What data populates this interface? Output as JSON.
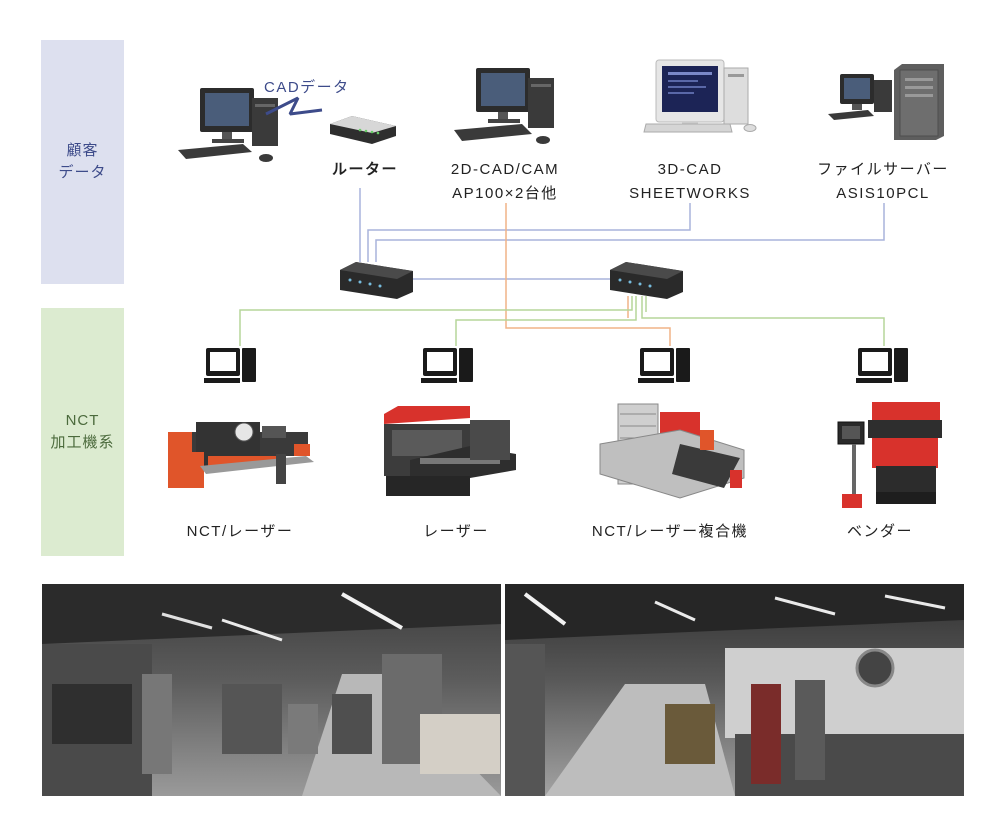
{
  "sections": {
    "customer": "顧客\nデータ",
    "nct": "NCT\n加工機系"
  },
  "cad_data_label": "CADデータ",
  "top_nodes": [
    {
      "id": "router",
      "label": "ルーター",
      "icon": "router-icon"
    },
    {
      "id": "cad2d",
      "label": "2D-CAD/CAM\nAP100×2台他",
      "icon": "desktop-computer-icon"
    },
    {
      "id": "cad3d",
      "label": "3D-CAD\nSHEETWORKS",
      "icon": "workstation-icon"
    },
    {
      "id": "server",
      "label": "ファイルサーバー\nASIS10PCL",
      "icon": "server-icon"
    }
  ],
  "machines": [
    {
      "id": "nct-laser",
      "label": "NCT/レーザー",
      "icon": "punch-press-icon"
    },
    {
      "id": "laser",
      "label": "レーザー",
      "icon": "laser-cutter-icon"
    },
    {
      "id": "nct-laser-combo",
      "label": "NCT/レーザー複合機",
      "icon": "combo-machine-icon"
    },
    {
      "id": "bender",
      "label": "ベンダー",
      "icon": "press-brake-icon"
    }
  ],
  "photos": [
    {
      "id": "factory-floor-left",
      "icon": "factory-photo-icon"
    },
    {
      "id": "factory-floor-right",
      "icon": "factory-photo-icon"
    }
  ],
  "colors": {
    "blue_line": "#a9b3dc",
    "orange_line": "#f0b387",
    "green_line": "#b6d59a",
    "machine_orange": "#e0552a",
    "machine_red": "#d8322c"
  }
}
